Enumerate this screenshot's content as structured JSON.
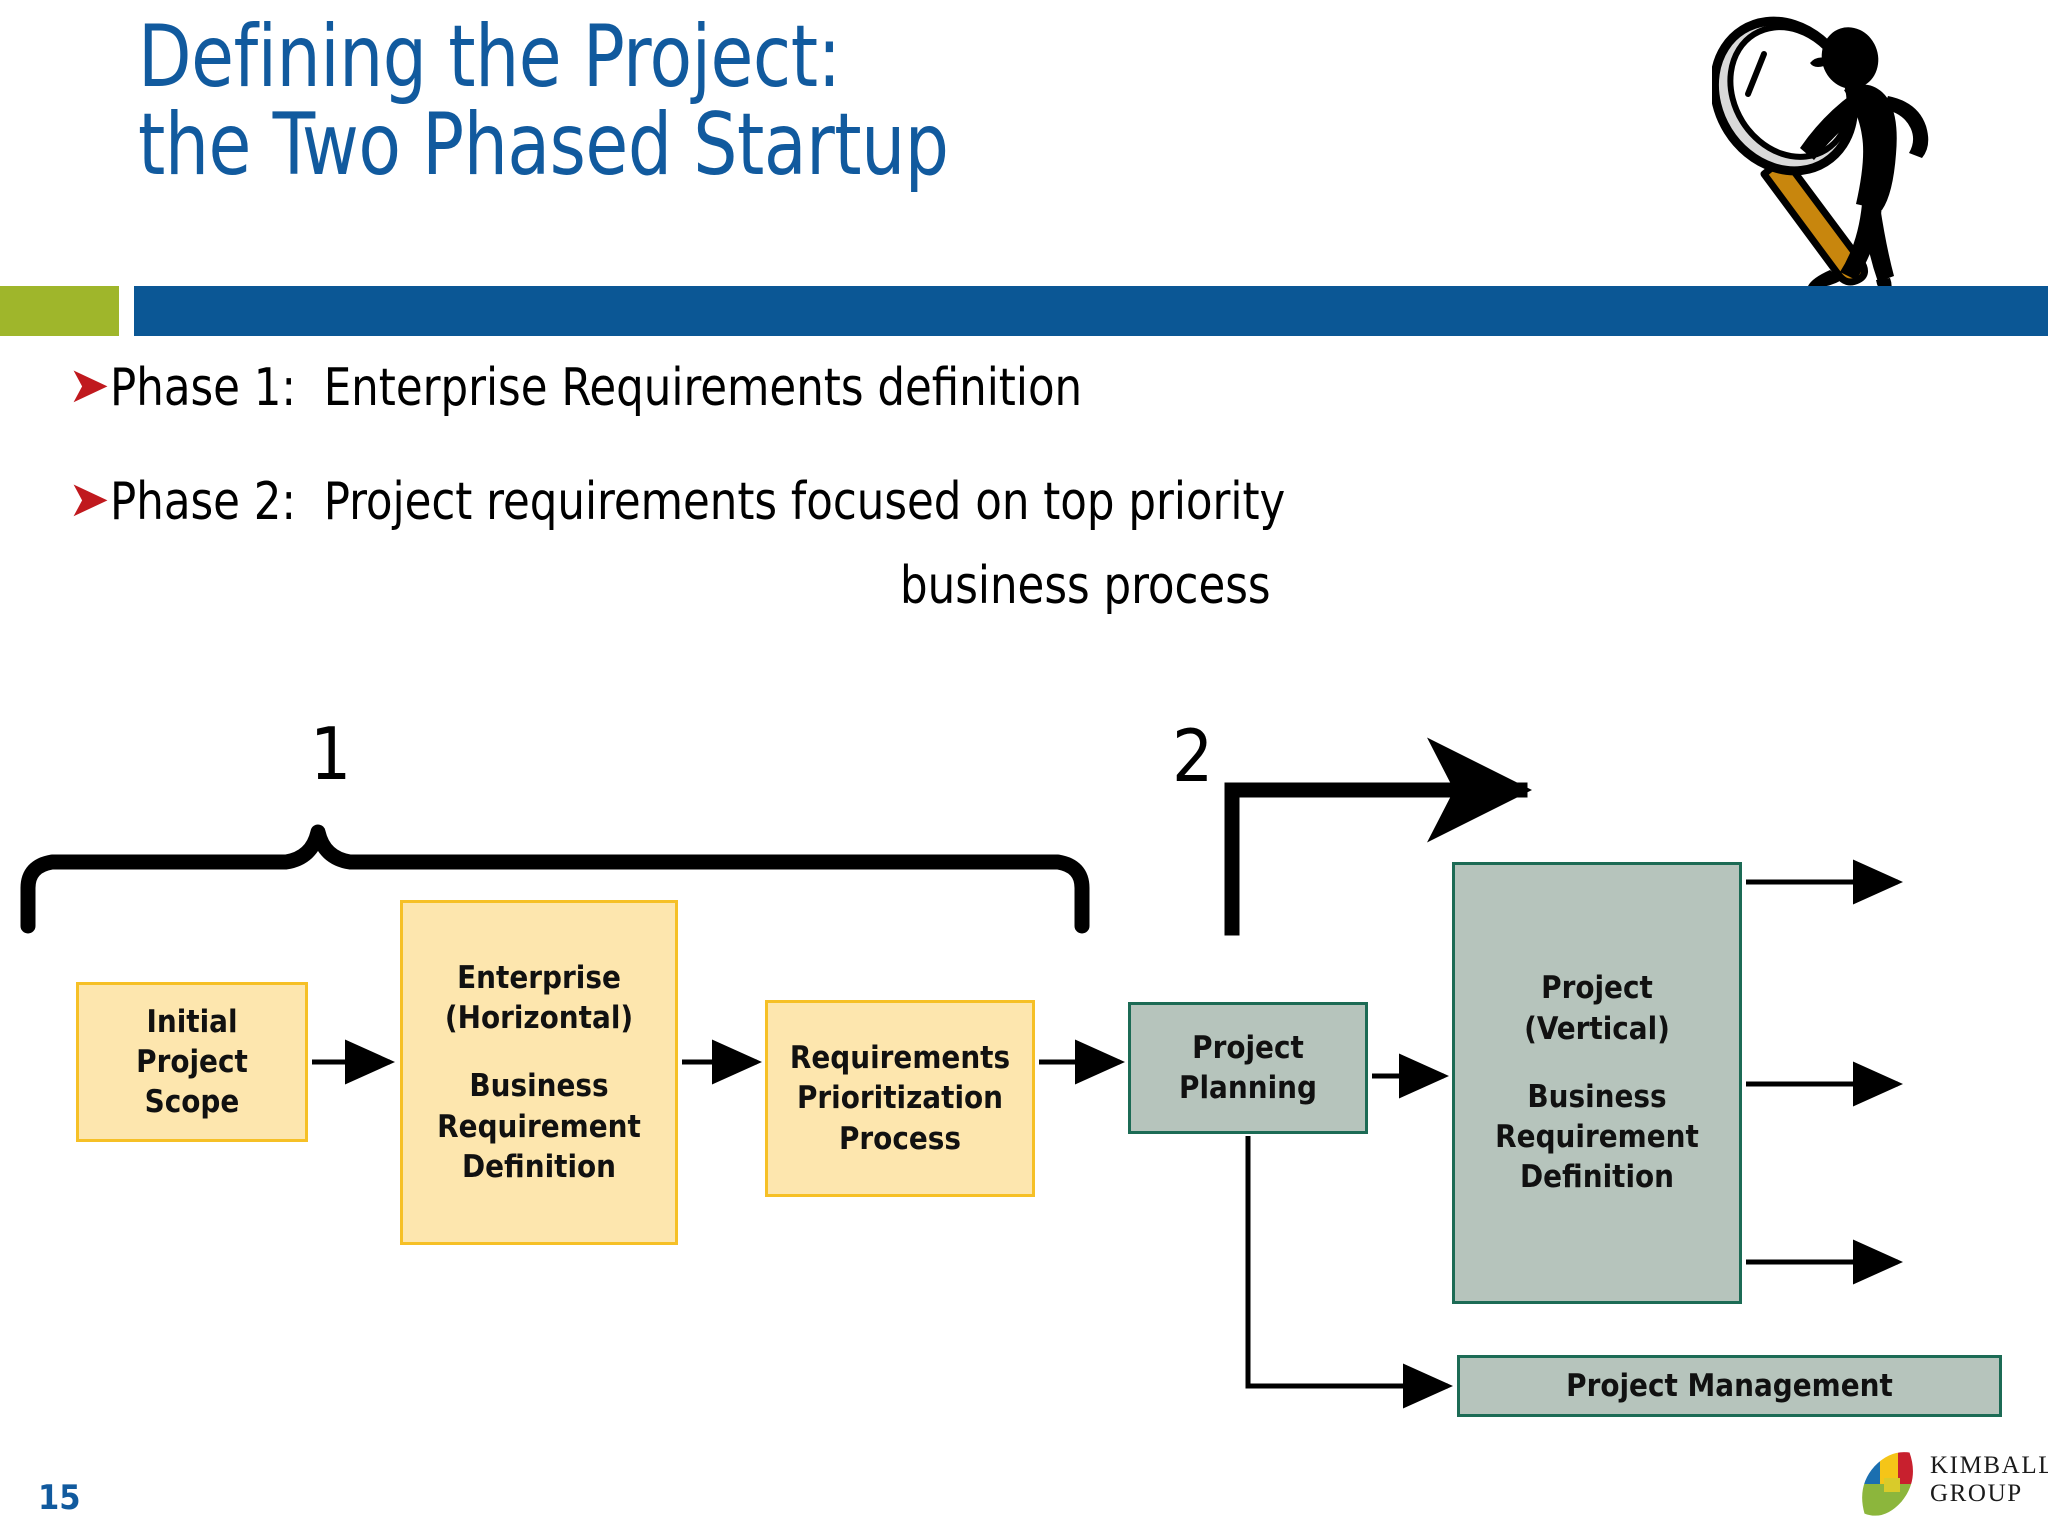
{
  "slide": {
    "title_line1": "Defining the Project:",
    "title_line2": "the Two Phased Startup",
    "page_number": "15",
    "title_color": "#115A9E",
    "accent_green": "#9FB62B",
    "accent_blue": "#0B5795",
    "bullet_marker_color": "#C0191E"
  },
  "bullets": [
    {
      "marker": "chevron-right",
      "text": "Phase 1:  Enterprise Requirements definition"
    },
    {
      "marker": "chevron-right",
      "text": "Phase 2:  Project requirements focused on top priority",
      "wrap": "business process"
    }
  ],
  "diagram": {
    "phase_labels": [
      {
        "id": "phase-1",
        "text": "1"
      },
      {
        "id": "phase-2",
        "text": "2"
      }
    ],
    "nodes": [
      {
        "id": "initial-project-scope",
        "style": "yellow",
        "lines": [
          "Initial",
          "Project",
          "Scope"
        ]
      },
      {
        "id": "enterprise-horizontal-business-requirement-definition",
        "style": "yellow",
        "lines": [
          "Enterprise",
          "(Horizontal)",
          "",
          "Business",
          "Requirement",
          "Definition"
        ]
      },
      {
        "id": "requirements-prioritization-process",
        "style": "yellow",
        "lines": [
          "Requirements",
          "Prioritization",
          "Process"
        ]
      },
      {
        "id": "project-planning",
        "style": "green",
        "lines": [
          "Project",
          "Planning"
        ]
      },
      {
        "id": "project-vertical-business-requirement-definition",
        "style": "green",
        "lines": [
          "Project",
          "(Vertical)",
          "",
          "Business",
          "Requirement",
          "Definition"
        ]
      },
      {
        "id": "project-management",
        "style": "green",
        "lines": [
          "Project Management"
        ]
      }
    ],
    "colors": {
      "yellow_fill": "#FDE6AE",
      "yellow_stroke": "#F6C026",
      "green_fill": "#B6C4BC",
      "green_stroke": "#1C6B55",
      "connector": "#000000"
    }
  },
  "logo": {
    "line1": "KIMBALL",
    "line2": "GROUP",
    "colors": [
      "#1B6FB0",
      "#F5C518",
      "#C8202E",
      "#8CB63C"
    ]
  },
  "clipart": {
    "name": "stick-figure-with-magnifying-glass",
    "lens_color": "#D9D9D9",
    "handle_color": "#C8860D",
    "body_color": "#000000"
  }
}
